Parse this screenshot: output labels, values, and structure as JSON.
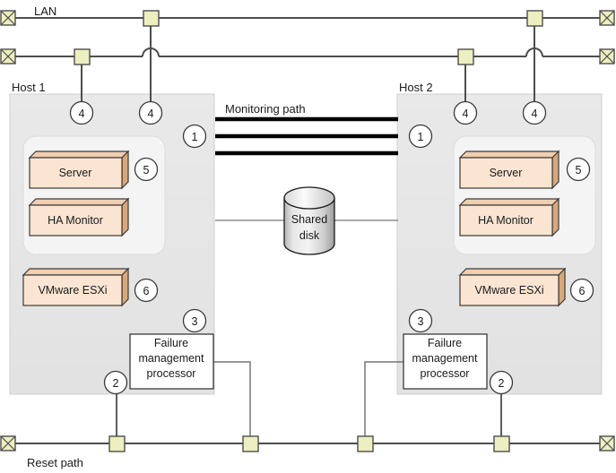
{
  "diagram": {
    "title": "LAN",
    "network": {
      "lan_label": "LAN",
      "reset_path_label": "Reset path",
      "monitoring_path_label": "Monitoring path"
    },
    "hosts": [
      {
        "label": "Host 1",
        "components": [
          {
            "label": "Server",
            "callout": "5"
          },
          {
            "label": "HA Monitor",
            "callout": ""
          },
          {
            "label": "VMware ESXi",
            "callout": "6"
          },
          {
            "label": "Failure\nmanagement\nprocessor",
            "callout": "3"
          }
        ],
        "fmp_lines": [
          "Failure",
          "management",
          "processor"
        ],
        "callout_host": "1",
        "callout_reset": "2",
        "callout_nic_left": "4",
        "callout_nic_right": "4"
      },
      {
        "label": "Host 2",
        "components": [
          {
            "label": "Server",
            "callout": "5"
          },
          {
            "label": "HA Monitor",
            "callout": ""
          },
          {
            "label": "VMware ESXi",
            "callout": "6"
          },
          {
            "label": "Failure\nmanagement\nprocessor",
            "callout": "3"
          }
        ],
        "fmp_lines": [
          "Failure",
          "management",
          "processor"
        ],
        "callout_host": "1",
        "callout_reset": "2",
        "callout_nic_left": "4",
        "callout_nic_right": "4"
      }
    ],
    "shared_disk": {
      "line1": "Shared",
      "line2": "disk"
    },
    "callouts": {
      "one": "1",
      "two": "2",
      "three": "3",
      "four": "4",
      "five": "5",
      "six": "6"
    },
    "colors": {
      "host_fill": "#e6e6e6",
      "inner_fill": "#f2f2f2",
      "box_front": "#fae5d2",
      "box_side": "#d9a877",
      "box_top": "#f0cfb0",
      "tap_fill": "#ecefbf",
      "line": "#4d4d4d",
      "thick_line": "#000000",
      "disk_light": "#f2f2f2",
      "disk_dark": "#9a9a9a",
      "white": "#ffffff"
    }
  }
}
